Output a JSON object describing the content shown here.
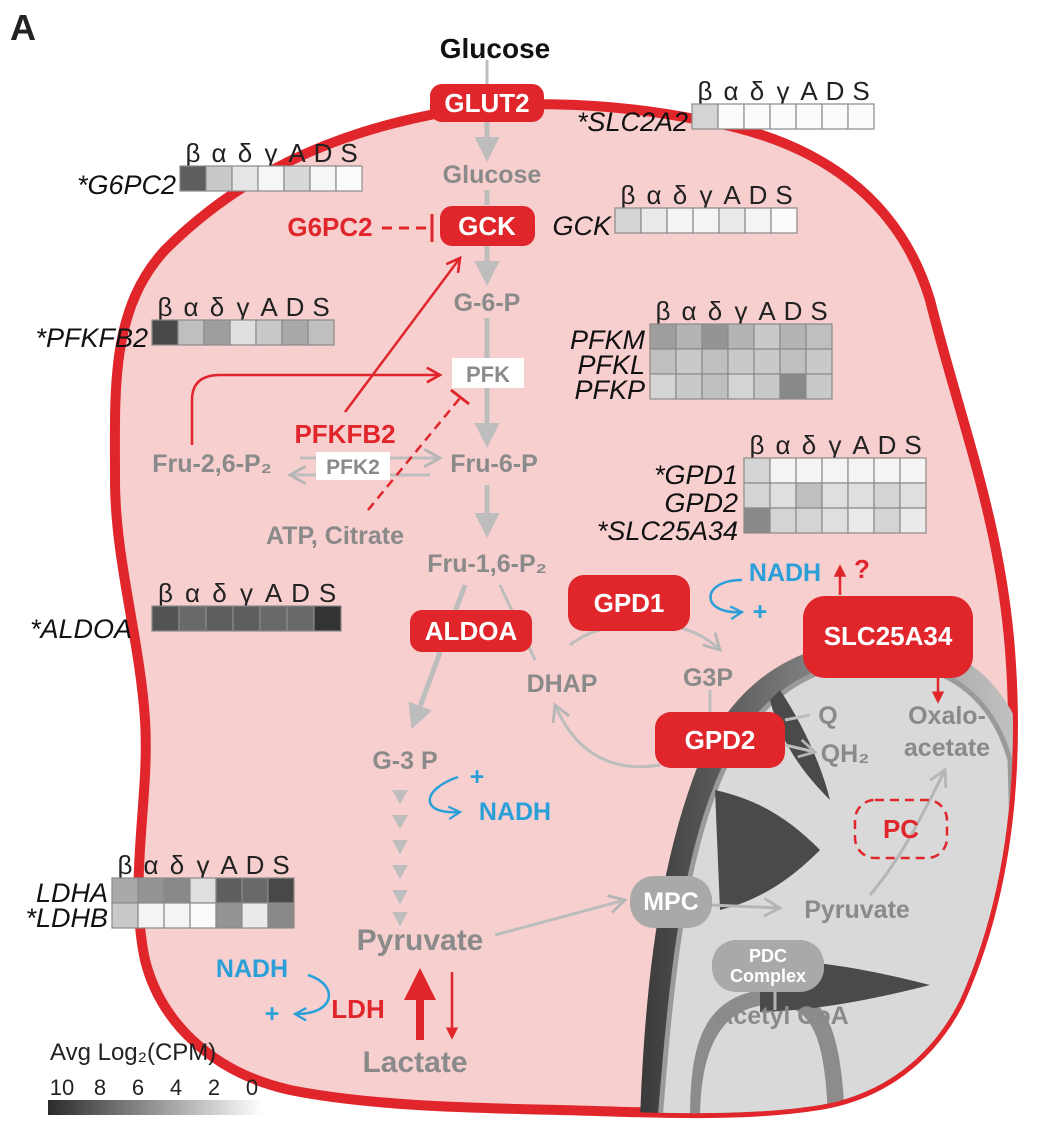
{
  "panel_label": "A",
  "header_letters": [
    "β",
    "α",
    "δ",
    "γ",
    "A",
    "D",
    "S"
  ],
  "legend": {
    "title": "Avg Log₂(CPM)",
    "ticks": [
      "10",
      "8",
      "6",
      "4",
      "2",
      "0"
    ]
  },
  "metabolites": {
    "glucose_out": "Glucose",
    "glucose_in": "Glucose",
    "g6p": "G-6-P",
    "f26p2": "Fru-2,6-P₂",
    "f6p": "Fru-6-P",
    "atp_citrate": "ATP, Citrate",
    "f16p2": "Fru-1,6-P₂",
    "dhap": "DHAP",
    "g3p": "G3P",
    "g3p_glycolytic": "G-3 P",
    "pyruvate": "Pyruvate",
    "lactate": "Lactate",
    "q": "Q",
    "qh2": "QH₂",
    "oxaloacetate_1": "Oxalo-",
    "oxaloacetate_2": "acetate",
    "mito_pyruvate": "Pyruvate",
    "acetyl_coa": "Acetyl CoA"
  },
  "enzymes": {
    "glut2": "GLUT2",
    "gck": "GCK",
    "pfk": "PFK",
    "pfk2": "PFK2",
    "aldoa": "ALDOA",
    "gpd1": "GPD1",
    "gpd2": "GPD2",
    "slc25a34": "SLC25A34",
    "mpc": "MPC",
    "pdc_1": "PDC",
    "pdc_2": "Complex"
  },
  "regulators": {
    "g6pc2": "G6PC2",
    "pfkfb2": "PFKFB2",
    "ldh": "LDH",
    "pc": "PC",
    "question": "?"
  },
  "cofactors": {
    "nadh_glycolysis": "NADH",
    "plus_glycolysis": "+",
    "nadh_gpd1": "NADH",
    "plus_gpd1": "+",
    "nadh_ldh": "NADH",
    "plus_ldh": "+"
  },
  "heatmaps": [
    {
      "id": "slc2a2",
      "genes": [
        "*SLC2A2"
      ],
      "values": [
        [
          0.2,
          0.02,
          0.02,
          0.02,
          0.02,
          0.02,
          0.02
        ]
      ]
    },
    {
      "id": "g6pc2",
      "genes": [
        "*G6PC2"
      ],
      "values": [
        [
          0.75,
          0.25,
          0.12,
          0.04,
          0.18,
          0.04,
          0.02
        ]
      ]
    },
    {
      "id": "gck",
      "genes": [
        "GCK"
      ],
      "values": [
        [
          0.2,
          0.1,
          0.05,
          0.05,
          0.1,
          0.05,
          0.02
        ]
      ]
    },
    {
      "id": "pfkfb2",
      "genes": [
        "*PFKFB2"
      ],
      "values": [
        [
          0.85,
          0.3,
          0.45,
          0.15,
          0.25,
          0.4,
          0.3
        ]
      ]
    },
    {
      "id": "pfk",
      "genes": [
        "PFKM",
        "PFKL",
        "PFKP"
      ],
      "values": [
        [
          0.45,
          0.35,
          0.5,
          0.35,
          0.25,
          0.35,
          0.3
        ],
        [
          0.3,
          0.25,
          0.3,
          0.25,
          0.25,
          0.3,
          0.25
        ],
        [
          0.2,
          0.25,
          0.3,
          0.2,
          0.25,
          0.55,
          0.25
        ]
      ]
    },
    {
      "id": "gpd",
      "genes": [
        "*GPD1",
        "GPD2",
        "*SLC25A34"
      ],
      "values": [
        [
          0.2,
          0.05,
          0.05,
          0.05,
          0.05,
          0.05,
          0.05
        ],
        [
          0.2,
          0.15,
          0.3,
          0.15,
          0.15,
          0.2,
          0.15
        ],
        [
          0.55,
          0.2,
          0.2,
          0.15,
          0.1,
          0.2,
          0.1
        ]
      ]
    },
    {
      "id": "aldoa",
      "genes": [
        "*ALDOA"
      ],
      "values": [
        [
          0.8,
          0.7,
          0.75,
          0.75,
          0.7,
          0.7,
          0.95
        ]
      ]
    },
    {
      "id": "ldh",
      "genes": [
        "LDHA",
        "*LDHB"
      ],
      "values": [
        [
          0.4,
          0.5,
          0.55,
          0.15,
          0.75,
          0.7,
          0.85
        ],
        [
          0.25,
          0.05,
          0.05,
          0.02,
          0.5,
          0.1,
          0.55
        ]
      ]
    }
  ],
  "colors": {
    "cell_fill": "#f7cfcf",
    "membrane": "#e0252b",
    "enzyme_red": "#e0252b",
    "metabolite_gray": "#8a8a8a",
    "cofactor_blue": "#2a9fd8",
    "mito_gray": "#b9b9b9"
  }
}
